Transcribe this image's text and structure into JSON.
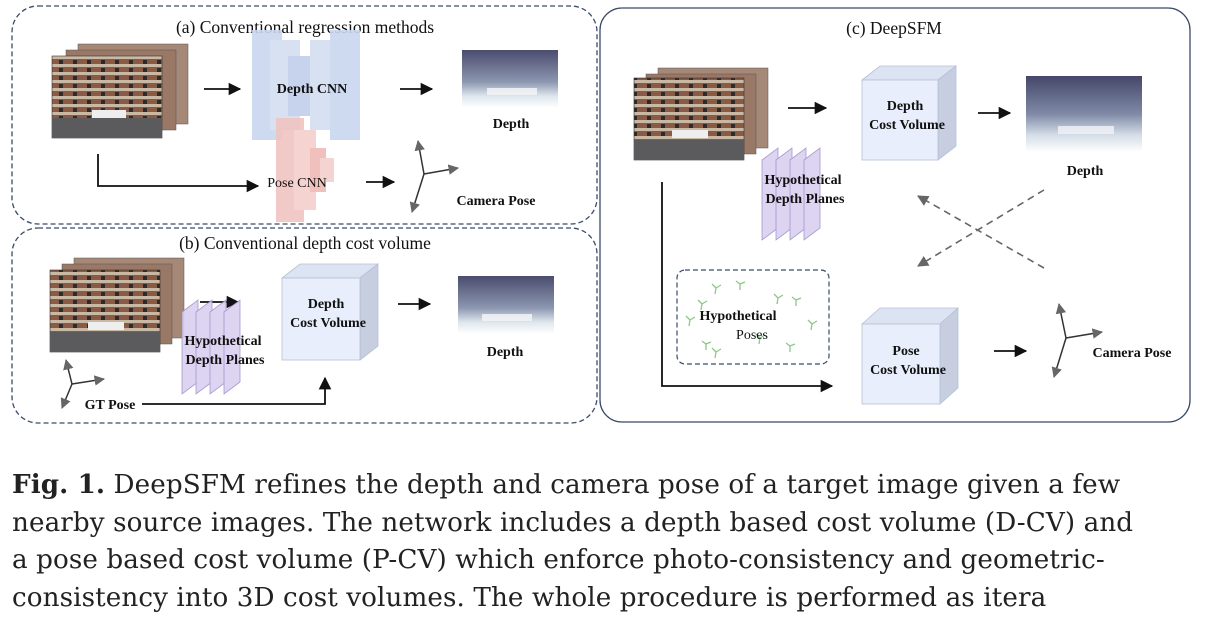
{
  "panels": {
    "a": {
      "title": "(a) Conventional regression methods",
      "depth_cnn": "Depth CNN",
      "pose_cnn": "Pose CNN",
      "depth": "Depth",
      "camera_pose": "Camera Pose"
    },
    "b": {
      "title": "(b) Conventional depth cost volume",
      "planes_line1": "Hypothetical",
      "planes_line2": "Depth Planes",
      "cv_line1": "Depth",
      "cv_line2": "Cost Volume",
      "depth": "Depth",
      "gt_pose": "GT Pose"
    },
    "c": {
      "title": "(c) DeepSFM",
      "dcv_line1": "Depth",
      "dcv_line2": "Cost Volume",
      "planes_line1": "Hypothetical",
      "planes_line2": "Depth Planes",
      "depth": "Depth",
      "poses_line1": "Hypothetical",
      "poses_line2": "Poses",
      "pcv_line1": "Pose",
      "pcv_line2": "Cost Volume",
      "camera_pose": "Camera Pose"
    }
  },
  "caption": {
    "label": "Fig. 1.",
    "line1_rest": " DeepSFM refines the depth and camera pose of a target image given a few",
    "line2": "nearby source images. The network includes a depth based cost volume (D-CV) and",
    "line3": "a pose based cost volume (P-CV) which enforce photo-consistency and geometric-",
    "line4": "consistency into 3D cost volumes. The whole procedure is performed as itera"
  },
  "colors": {
    "panel_border": "#3a4a6a",
    "cnn_blue": "#c9d6ee",
    "cnn_red": "#f0c4c0",
    "cost_volume_front": "#e8eefb",
    "cost_volume_side": "#c6cedf",
    "cost_volume_top": "#dce3f3",
    "depth_plane": "#d9d0ef",
    "hypo_pose": "#8cc888"
  }
}
